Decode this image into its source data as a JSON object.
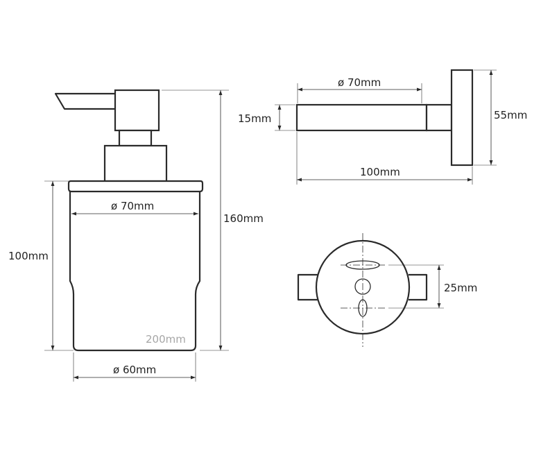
{
  "dispenser": {
    "height_total": "160mm",
    "height_glass": "100mm",
    "diameter_top": "ø 70mm",
    "diameter_bottom": "ø 60mm",
    "capacity": "200mm"
  },
  "holder_side": {
    "diameter": "ø 70mm",
    "arm_thickness": "15mm",
    "depth": "100mm",
    "plate_height": "55mm"
  },
  "holder_front": {
    "hole_spacing": "25mm"
  }
}
